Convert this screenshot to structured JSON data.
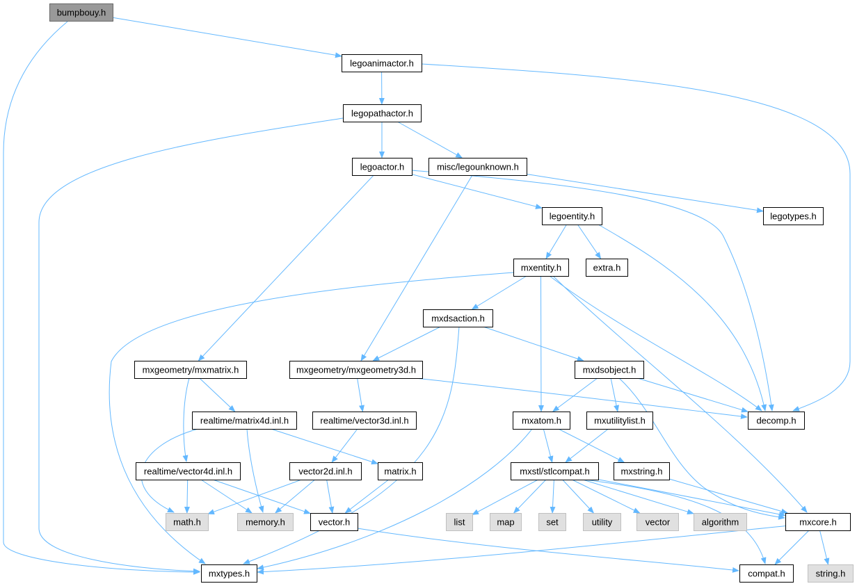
{
  "colors": {
    "edge": "#63b8ff",
    "node_fill": "#ffffff",
    "node_border": "#000000",
    "root_fill": "#999999",
    "root_border": "#666666",
    "system_fill": "#e0e0e0",
    "system_border": "#bfbfbf"
  },
  "nodes": [
    {
      "id": "bumpbouy",
      "label": "bumpbouy.h",
      "kind": "root"
    },
    {
      "id": "legoanimactor",
      "label": "legoanimactor.h",
      "kind": "normal"
    },
    {
      "id": "legopathactor",
      "label": "legopathactor.h",
      "kind": "normal"
    },
    {
      "id": "legoactor",
      "label": "legoactor.h",
      "kind": "normal"
    },
    {
      "id": "legounknown",
      "label": "misc/legounknown.h",
      "kind": "normal"
    },
    {
      "id": "legoentity",
      "label": "legoentity.h",
      "kind": "normal"
    },
    {
      "id": "legotypes",
      "label": "legotypes.h",
      "kind": "normal"
    },
    {
      "id": "mxentity",
      "label": "mxentity.h",
      "kind": "normal"
    },
    {
      "id": "extra",
      "label": "extra.h",
      "kind": "normal"
    },
    {
      "id": "mxdsaction",
      "label": "mxdsaction.h",
      "kind": "normal"
    },
    {
      "id": "mxmatrix",
      "label": "mxgeometry/mxmatrix.h",
      "kind": "normal"
    },
    {
      "id": "mxgeometry3d",
      "label": "mxgeometry/mxgeometry3d.h",
      "kind": "normal"
    },
    {
      "id": "mxdsobject",
      "label": "mxdsobject.h",
      "kind": "normal"
    },
    {
      "id": "matrix4d",
      "label": "realtime/matrix4d.inl.h",
      "kind": "normal"
    },
    {
      "id": "vector3d",
      "label": "realtime/vector3d.inl.h",
      "kind": "normal"
    },
    {
      "id": "mxatom",
      "label": "mxatom.h",
      "kind": "normal"
    },
    {
      "id": "mxutilitylist",
      "label": "mxutilitylist.h",
      "kind": "normal"
    },
    {
      "id": "decomp",
      "label": "decomp.h",
      "kind": "normal"
    },
    {
      "id": "vector4d",
      "label": "realtime/vector4d.inl.h",
      "kind": "normal"
    },
    {
      "id": "vector2d",
      "label": "vector2d.inl.h",
      "kind": "normal"
    },
    {
      "id": "matrix",
      "label": "matrix.h",
      "kind": "normal"
    },
    {
      "id": "stlcompat",
      "label": "mxstl/stlcompat.h",
      "kind": "normal"
    },
    {
      "id": "mxstring",
      "label": "mxstring.h",
      "kind": "normal"
    },
    {
      "id": "math",
      "label": "math.h",
      "kind": "system"
    },
    {
      "id": "memory",
      "label": "memory.h",
      "kind": "system"
    },
    {
      "id": "vector",
      "label": "vector.h",
      "kind": "normal"
    },
    {
      "id": "list",
      "label": "list",
      "kind": "system"
    },
    {
      "id": "map",
      "label": "map",
      "kind": "system"
    },
    {
      "id": "set",
      "label": "set",
      "kind": "system"
    },
    {
      "id": "utility",
      "label": "utility",
      "kind": "system"
    },
    {
      "id": "vectorstd",
      "label": "vector",
      "kind": "system"
    },
    {
      "id": "algorithm",
      "label": "algorithm",
      "kind": "system"
    },
    {
      "id": "mxcore",
      "label": "mxcore.h",
      "kind": "normal"
    },
    {
      "id": "mxtypes",
      "label": "mxtypes.h",
      "kind": "normal"
    },
    {
      "id": "compat",
      "label": "compat.h",
      "kind": "normal"
    },
    {
      "id": "string",
      "label": "string.h",
      "kind": "system"
    }
  ],
  "edges": [
    [
      "bumpbouy",
      "legoanimactor"
    ],
    [
      "bumpbouy",
      "mxtypes"
    ],
    [
      "legoanimactor",
      "legopathactor"
    ],
    [
      "legoanimactor",
      "decomp"
    ],
    [
      "legopathactor",
      "legoactor"
    ],
    [
      "legopathactor",
      "legounknown"
    ],
    [
      "legopathactor",
      "mxtypes"
    ],
    [
      "legoactor",
      "legoentity"
    ],
    [
      "legoactor",
      "mxmatrix"
    ],
    [
      "legoactor",
      "decomp"
    ],
    [
      "legounknown",
      "legotypes"
    ],
    [
      "legounknown",
      "mxgeometry3d"
    ],
    [
      "legoentity",
      "mxentity"
    ],
    [
      "legoentity",
      "extra"
    ],
    [
      "legoentity",
      "decomp"
    ],
    [
      "mxentity",
      "mxdsaction"
    ],
    [
      "mxentity",
      "mxatom"
    ],
    [
      "mxentity",
      "decomp"
    ],
    [
      "mxentity",
      "mxcore"
    ],
    [
      "mxentity",
      "mxtypes"
    ],
    [
      "mxdsaction",
      "mxgeometry3d"
    ],
    [
      "mxdsaction",
      "mxdsobject"
    ],
    [
      "mxdsaction",
      "mxtypes"
    ],
    [
      "mxmatrix",
      "matrix4d"
    ],
    [
      "mxmatrix",
      "vector4d"
    ],
    [
      "mxgeometry3d",
      "vector3d"
    ],
    [
      "mxgeometry3d",
      "decomp"
    ],
    [
      "mxdsobject",
      "mxatom"
    ],
    [
      "mxdsobject",
      "mxutilitylist"
    ],
    [
      "mxdsobject",
      "decomp"
    ],
    [
      "mxdsobject",
      "mxcore"
    ],
    [
      "matrix4d",
      "math"
    ],
    [
      "matrix4d",
      "memory"
    ],
    [
      "matrix4d",
      "matrix"
    ],
    [
      "vector3d",
      "vector2d"
    ],
    [
      "mxatom",
      "stlcompat"
    ],
    [
      "mxatom",
      "mxstring"
    ],
    [
      "mxatom",
      "mxtypes"
    ],
    [
      "mxutilitylist",
      "stlcompat"
    ],
    [
      "vector4d",
      "math"
    ],
    [
      "vector4d",
      "memory"
    ],
    [
      "vector4d",
      "vector"
    ],
    [
      "vector2d",
      "math"
    ],
    [
      "vector2d",
      "memory"
    ],
    [
      "vector2d",
      "vector"
    ],
    [
      "matrix",
      "vector"
    ],
    [
      "stlcompat",
      "list"
    ],
    [
      "stlcompat",
      "map"
    ],
    [
      "stlcompat",
      "set"
    ],
    [
      "stlcompat",
      "utility"
    ],
    [
      "stlcompat",
      "vectorstd"
    ],
    [
      "stlcompat",
      "algorithm"
    ],
    [
      "stlcompat",
      "compat"
    ],
    [
      "stlcompat",
      "mxcore"
    ],
    [
      "mxstring",
      "mxcore"
    ],
    [
      "vector",
      "compat"
    ],
    [
      "mxcore",
      "compat"
    ],
    [
      "mxcore",
      "string"
    ],
    [
      "mxcore",
      "mxtypes"
    ]
  ]
}
